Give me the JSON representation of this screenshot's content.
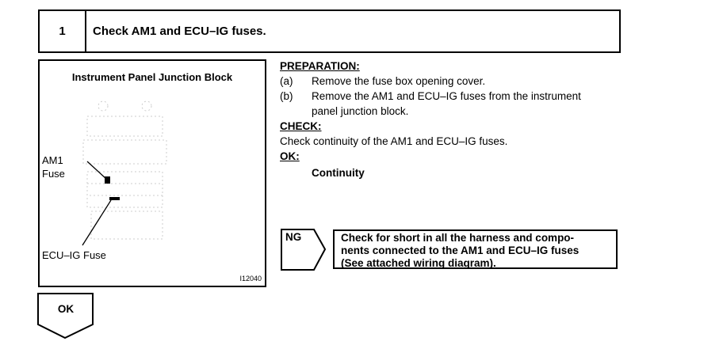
{
  "step": {
    "number": "1",
    "title": "Check AM1 and ECU–IG fuses."
  },
  "figure": {
    "title": "Instrument Panel Junction Block",
    "am1_label_line1": "AM1",
    "am1_label_line2": "Fuse",
    "ecu_label": "ECU–IG Fuse",
    "code": "I12040"
  },
  "preparation": {
    "heading": "PREPARATION:",
    "items": [
      {
        "marker": "(a)",
        "text": "Remove the fuse box opening cover."
      },
      {
        "marker": "(b)",
        "text": "Remove the AM1 and ECU–IG fuses from the instrument",
        "text2": "panel junction block."
      }
    ]
  },
  "check": {
    "heading": "CHECK:",
    "text": "Check continuity of the AM1 and ECU–IG fuses."
  },
  "ok": {
    "heading": "OK:",
    "text": "Continuity"
  },
  "ng": {
    "label": "NG",
    "lines": [
      "Check for short in all the harness and compo-",
      "nents connected to the AM1 and ECU–IG fuses",
      "(See attached wiring diagram)."
    ]
  },
  "ok_flow": {
    "label": "OK"
  }
}
